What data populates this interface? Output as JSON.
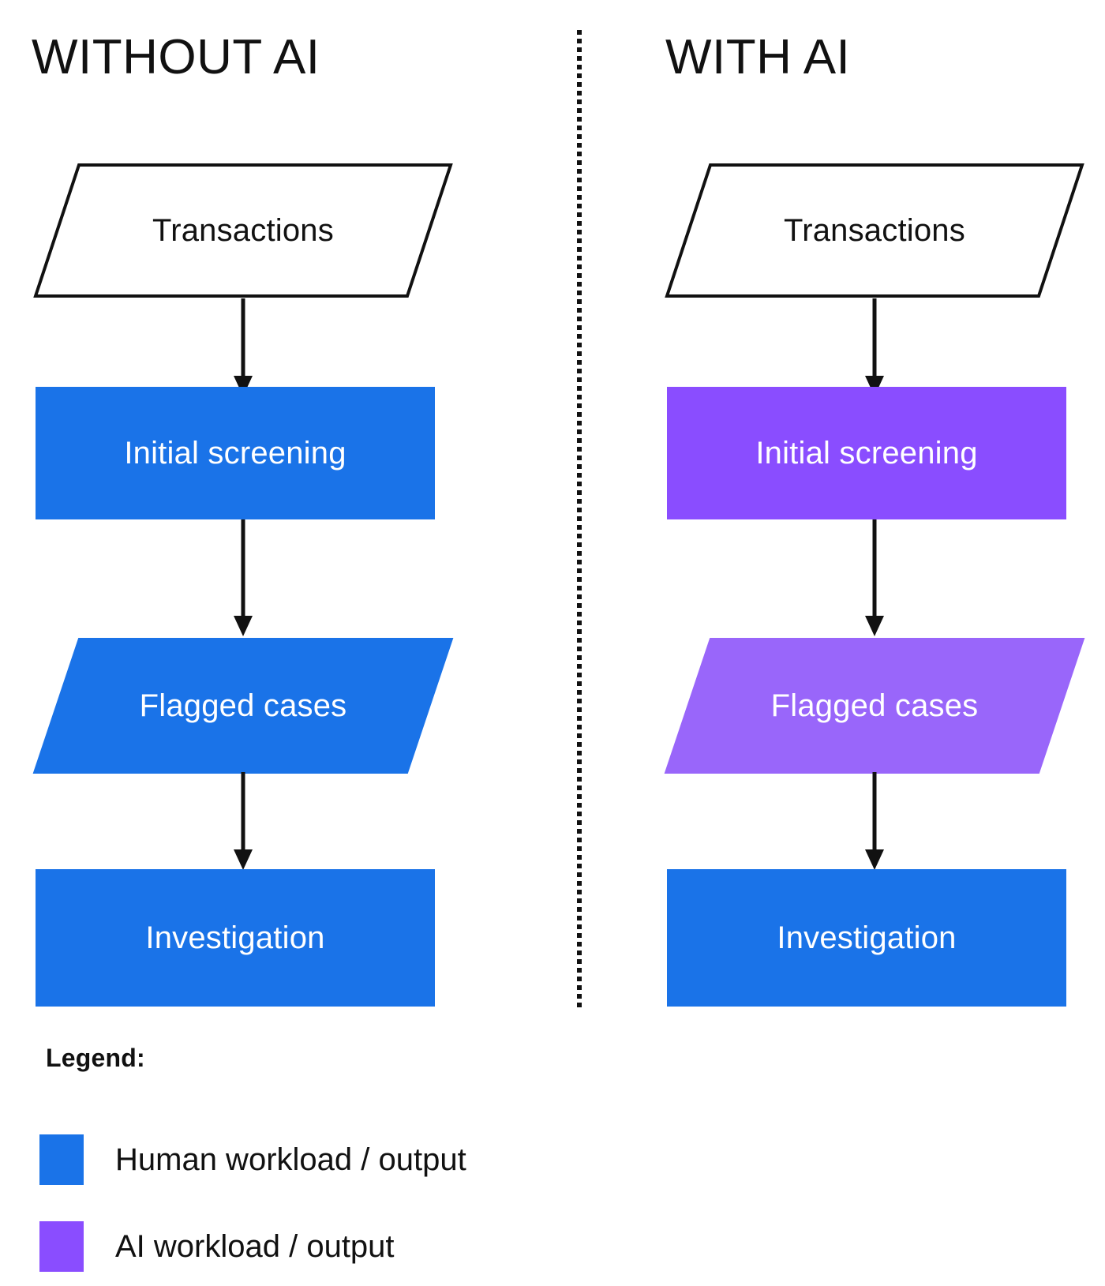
{
  "diagram": {
    "title_left": "WITHOUT AI",
    "title_right": "WITH AI",
    "divider": "vertical-dotted-divider"
  },
  "colors": {
    "human_blue": "#1A73E8",
    "ai_purple": "#8A4DFF",
    "ai_purple_light": "#9966FA",
    "outline_black": "#111111",
    "background": "#FFFFFF",
    "text_light": "#FFFFFF",
    "text_dark": "#111111"
  },
  "columns": [
    {
      "id": "without-ai",
      "title": "WITHOUT AI",
      "nodes": [
        {
          "id": "transactions",
          "label": "Transactions",
          "shape": "parallelogram",
          "fill": "none",
          "stroke": "#111111",
          "owner": "input"
        },
        {
          "id": "initial-screening",
          "label": "Initial screening",
          "shape": "rectangle",
          "fill": "#1A73E8",
          "owner": "human"
        },
        {
          "id": "flagged-cases",
          "label": "Flagged cases",
          "shape": "parallelogram",
          "fill": "#1A73E8",
          "owner": "human"
        },
        {
          "id": "investigation",
          "label": "Investigation",
          "shape": "rectangle",
          "fill": "#1A73E8",
          "owner": "human"
        }
      ],
      "arrows": [
        "transactions->initial-screening",
        "initial-screening->flagged-cases",
        "flagged-cases->investigation"
      ]
    },
    {
      "id": "with-ai",
      "title": "WITH AI",
      "nodes": [
        {
          "id": "transactions",
          "label": "Transactions",
          "shape": "parallelogram",
          "fill": "none",
          "stroke": "#111111",
          "owner": "input"
        },
        {
          "id": "initial-screening",
          "label": "Initial screening",
          "shape": "rectangle",
          "fill": "#8A4DFF",
          "owner": "ai"
        },
        {
          "id": "flagged-cases",
          "label": "Flagged cases",
          "shape": "parallelogram",
          "fill": "#9966FA",
          "owner": "ai"
        },
        {
          "id": "investigation",
          "label": "Investigation",
          "shape": "rectangle",
          "fill": "#1A73E8",
          "owner": "human"
        }
      ],
      "arrows": [
        "transactions->initial-screening",
        "initial-screening->flagged-cases",
        "flagged-cases->investigation"
      ]
    }
  ],
  "legend": {
    "title": "Legend:",
    "items": [
      {
        "id": "human",
        "color": "#1A73E8",
        "label": "Human workload / output"
      },
      {
        "id": "ai",
        "color": "#8A4DFF",
        "label": "AI workload / output"
      }
    ]
  }
}
